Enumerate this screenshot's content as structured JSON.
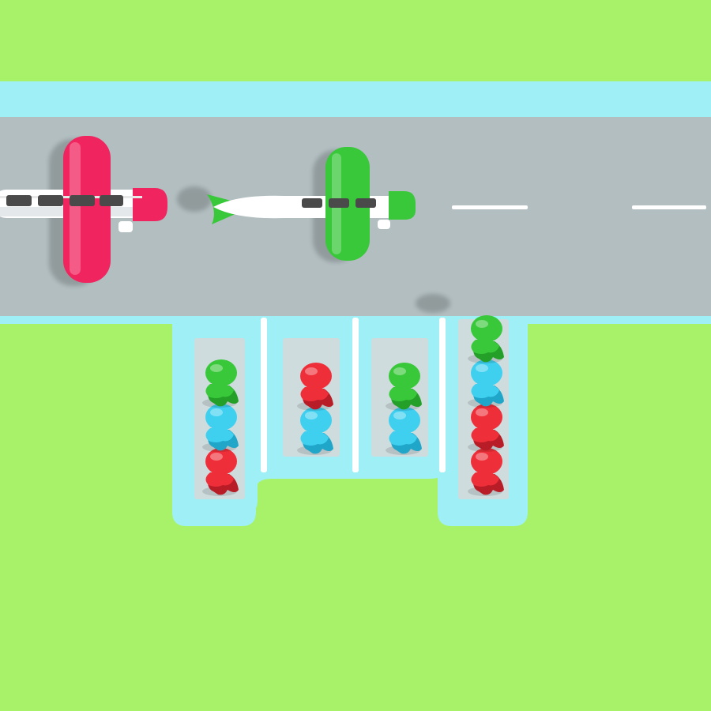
{
  "game": "airport-passenger-sort",
  "colors": {
    "grass": "#a8f26a",
    "runway": "#b2bec0",
    "runway_edge": "#9ff0f6",
    "lane_floor": "#cfdcdd",
    "red": "#ee2f3a",
    "pink": "#f0245e",
    "green": "#38c83a",
    "blue": "#3fd0f0",
    "white": "#ffffff",
    "window": "#4a4a4a"
  },
  "planes": [
    {
      "id": "plane-red",
      "color": "pink",
      "state": "departing"
    },
    {
      "id": "plane-green",
      "color": "green",
      "state": "boarding"
    }
  ],
  "lanes": [
    {
      "id": "lane-1",
      "passengers": [
        "red",
        "blue",
        "green"
      ]
    },
    {
      "id": "lane-2",
      "passengers": [
        "blue",
        "red"
      ]
    },
    {
      "id": "lane-3",
      "passengers": [
        "blue",
        "green"
      ]
    },
    {
      "id": "lane-4",
      "passengers": [
        "red",
        "red",
        "blue",
        "green"
      ]
    }
  ]
}
